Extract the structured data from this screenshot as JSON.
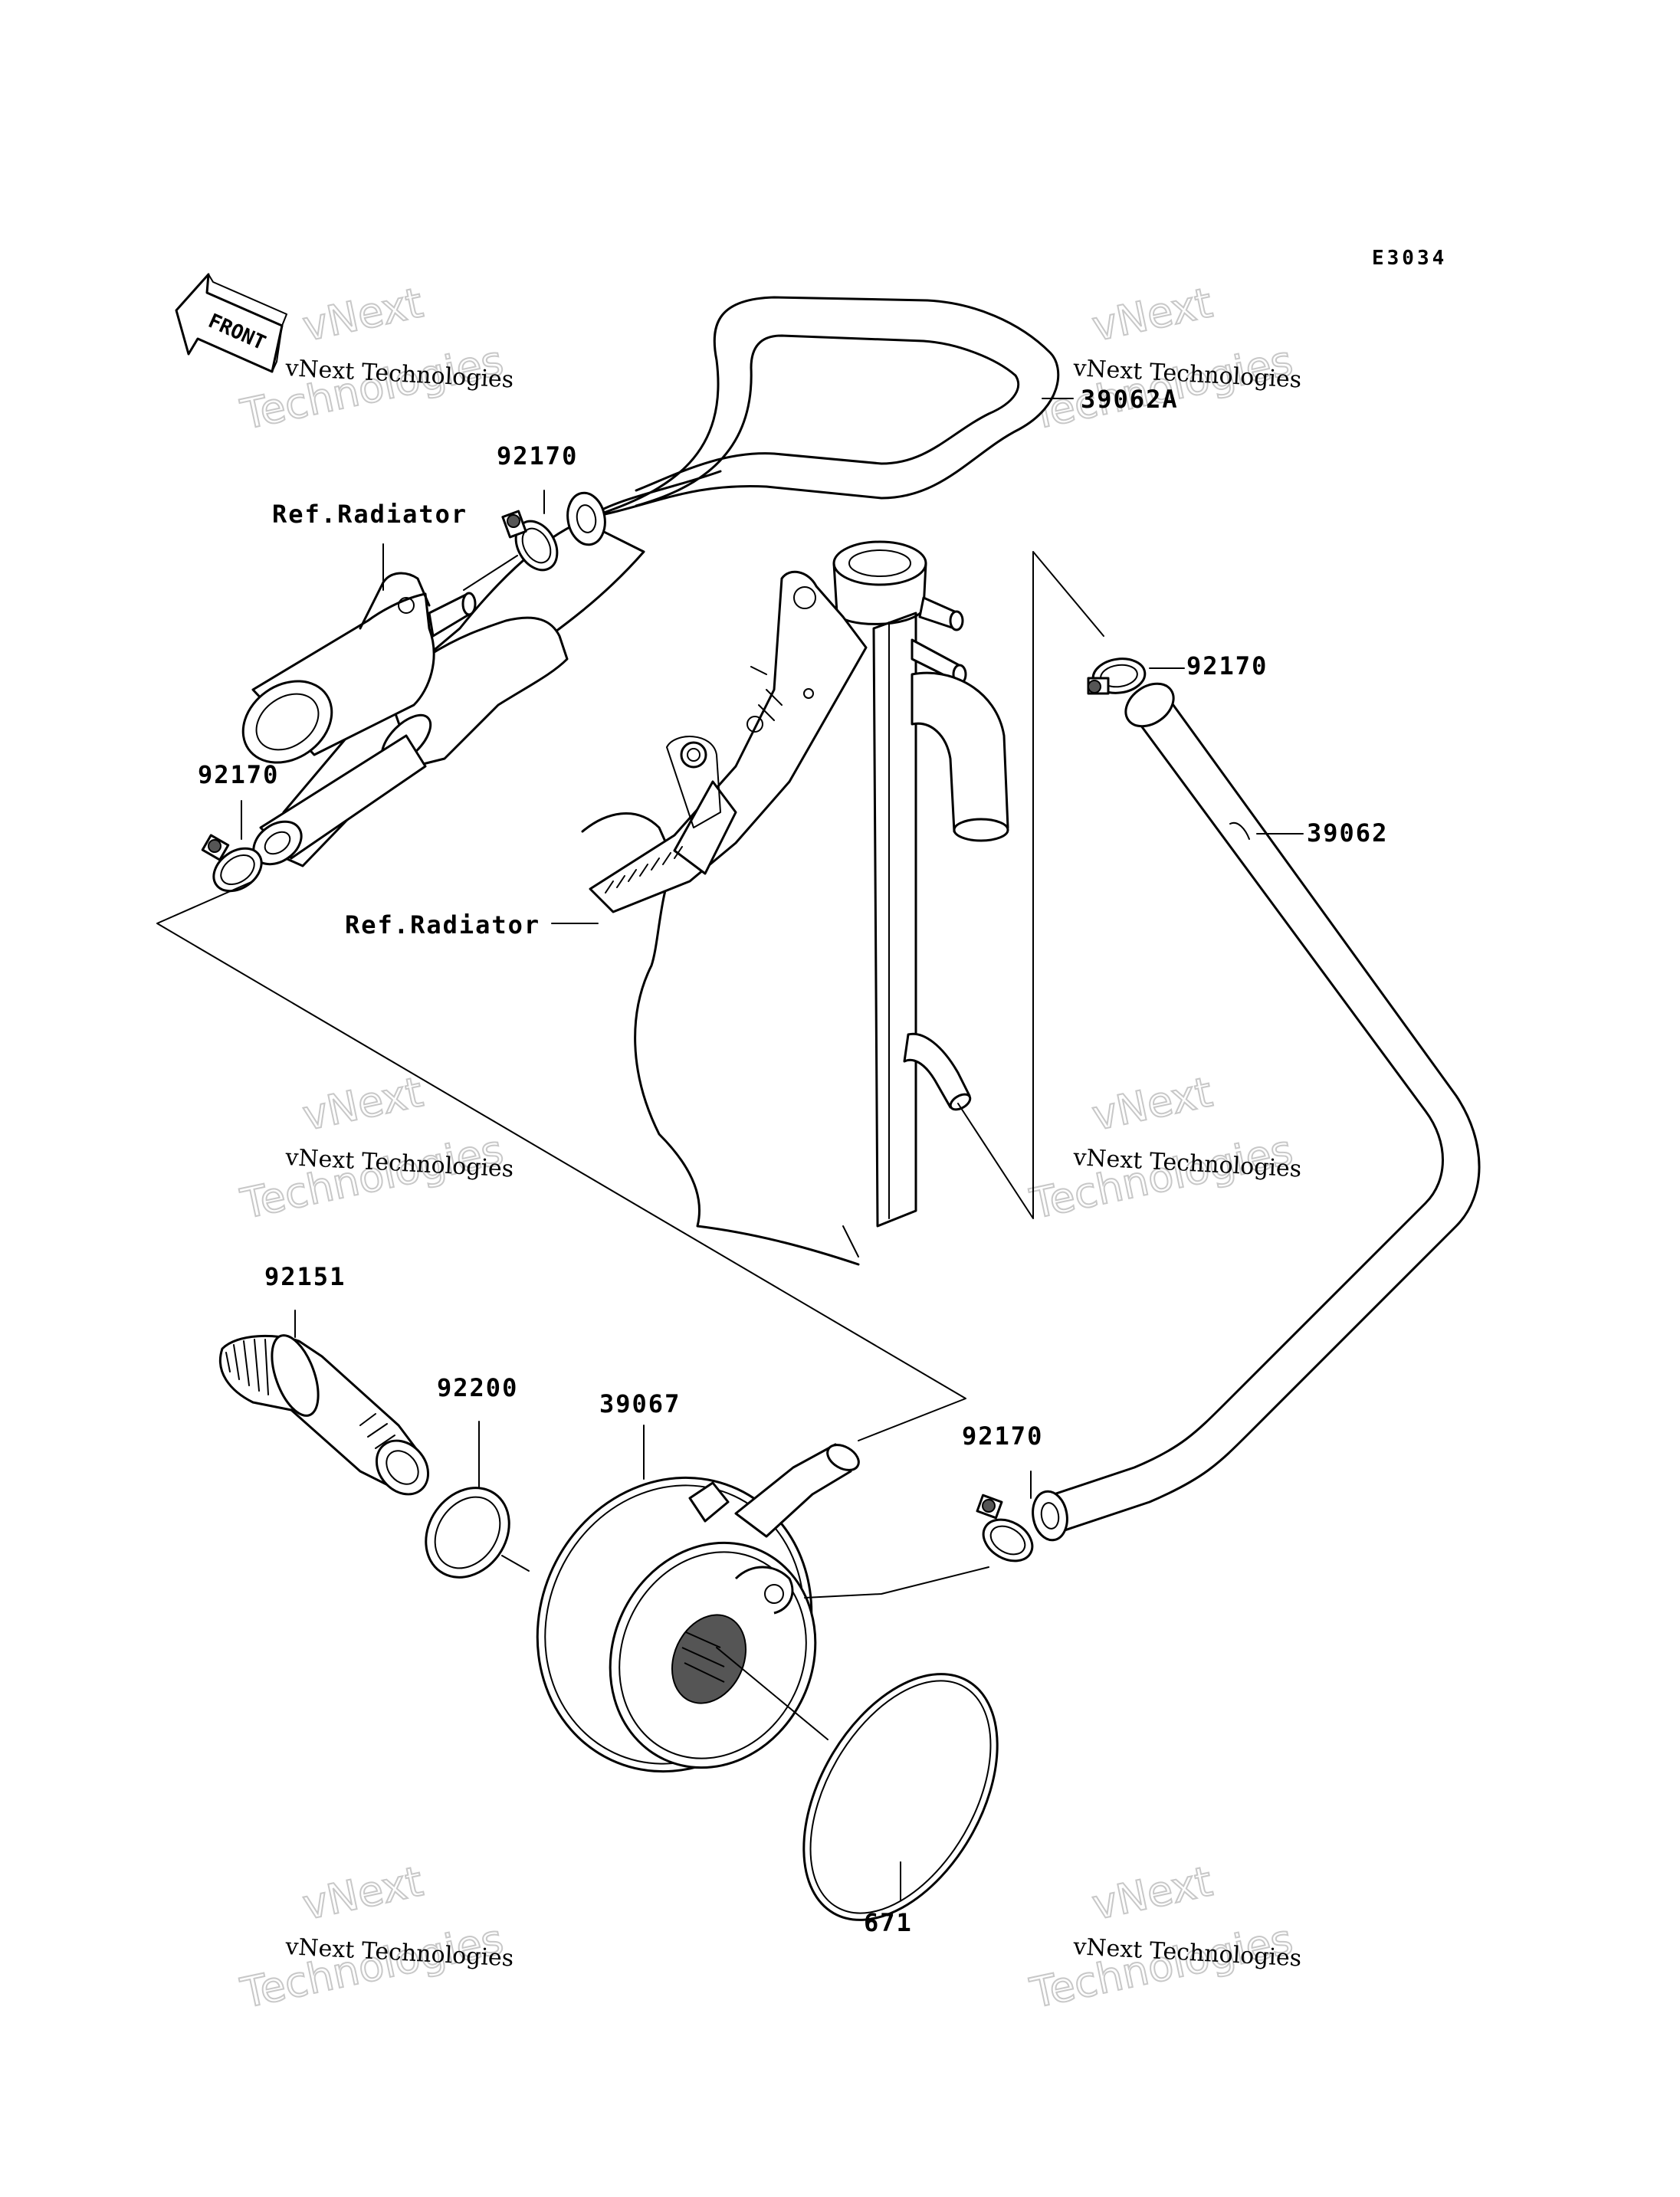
{
  "diagram_code": "E3034",
  "front_marker": "FRONT",
  "watermark": {
    "small": "vNext Technologies",
    "big_top": "vNext",
    "big_bottom": "Technologies"
  },
  "labels": {
    "hose_upper": "39062A",
    "hose_lower": "39062",
    "clamp": "92170",
    "ref_radiator": "Ref.Radiator",
    "union_bolt": "92151",
    "gasket": "92200",
    "oil_cooler": "39067",
    "o_ring": "671"
  }
}
